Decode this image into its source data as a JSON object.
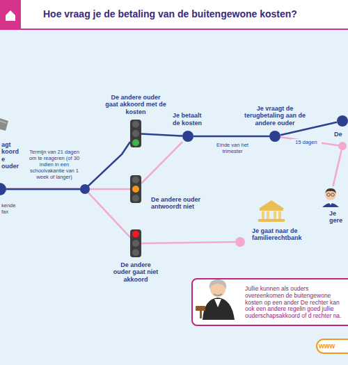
{
  "diagram": {
    "title": "Hoe vraag je de betaling van de buitengewone kosten?",
    "nodes": [
      {
        "text": [
          "agt koord e ouder"
        ]
      },
      {
        "text": [
          "De andere ouder gaat akkoord met de kosten"
        ]
      },
      {
        "text": [
          "De andere ouder antwoordt niet"
        ]
      },
      {
        "text": [
          "De andere ouder gaat niet akkoord"
        ]
      },
      {
        "text": [
          "Je betaalt de kosten"
        ]
      },
      {
        "text": [
          "Je vraagt de terugbetaling aan de andere ouder"
        ]
      },
      {
        "text": [
          "Je gaat naar de familierechtbank"
        ]
      },
      {
        "text": [
          "Je gere"
        ]
      },
      {
        "text": [
          "De"
        ]
      },
      {
        "text": [
          "Jullie kunnen als ouders overeenkomen de buitengewone kosten op een ander De rechter kan ook een andere regelin goed jullie ouderschapsakkoord of d rechter na."
        ]
      }
    ],
    "edges": [
      {
        "from": 0,
        "to": 1,
        "arrow": "none"
      },
      {
        "from": 0,
        "to": 2,
        "label": "Termijn van 21 dagen om te reageren (of 30 indien in een schoolvakantie van 1 week of langer)",
        "arrow": "none"
      },
      {
        "from": 0,
        "to": 3,
        "arrow": "none"
      },
      {
        "from": 1,
        "to": 4,
        "arrow": "none"
      },
      {
        "from": 2,
        "to": 4,
        "arrow": "none"
      },
      {
        "from": 4,
        "to": 5,
        "label": "Einde van het trimester",
        "arrow": "none"
      },
      {
        "from": 5,
        "to": 8,
        "label": "15 dagen",
        "arrow": "none"
      },
      {
        "from": 5,
        "to": 7,
        "arrow": "none"
      },
      {
        "from": 3,
        "to": 6,
        "arrow": "none"
      }
    ],
    "labels": [
      "kende fax",
      "www"
    ]
  }
}
